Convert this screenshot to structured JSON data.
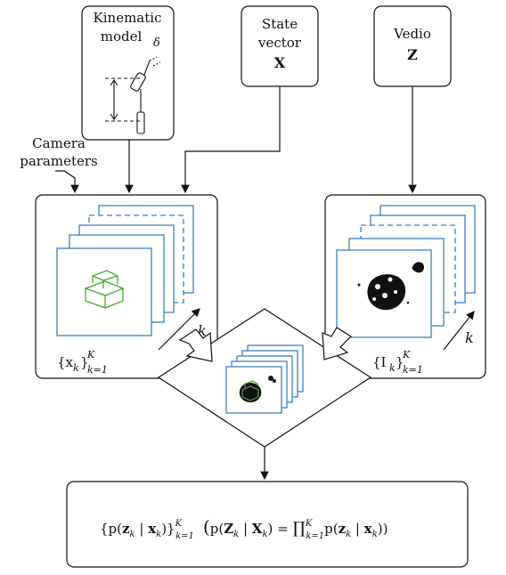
{
  "inputs": {
    "kinematic_line1": "Kinematic",
    "kinematic_line2": "model",
    "kinematic_sub": "δ",
    "state_line1": "State",
    "state_line2": "vector",
    "state_symbol": "X",
    "video_line1": "Vedio",
    "video_symbol": "Z",
    "camera_line1": "Camera",
    "camera_line2": "parameters"
  },
  "stacks": {
    "model_label": "{x",
    "model_sub": "k",
    "model_sup": "K",
    "model_range": "k=1",
    "image_label": "{I",
    "image_sub": "k",
    "image_sup": "K",
    "image_range": "k=1",
    "k_symbol": "k"
  },
  "output": {
    "formula": "{p(z_k | x_k)}_{k=1}^K  (p(Z_k | X_k) = ∏_{k=1}^K p(z_k | x_k))",
    "left": "{p(",
    "z": "z",
    "mid1": " | ",
    "x": "x",
    "close1": ")}",
    "sup": "K",
    "sub": "k=1",
    "paren_open": "(",
    "p2": "p(",
    "Z": "Z",
    "X": "X",
    "equals": ") = ",
    "prod": "∏",
    "prod_sup": "K",
    "prod_sub": "k=1",
    "p3": "p(",
    "close3": "))",
    "k": "k"
  }
}
